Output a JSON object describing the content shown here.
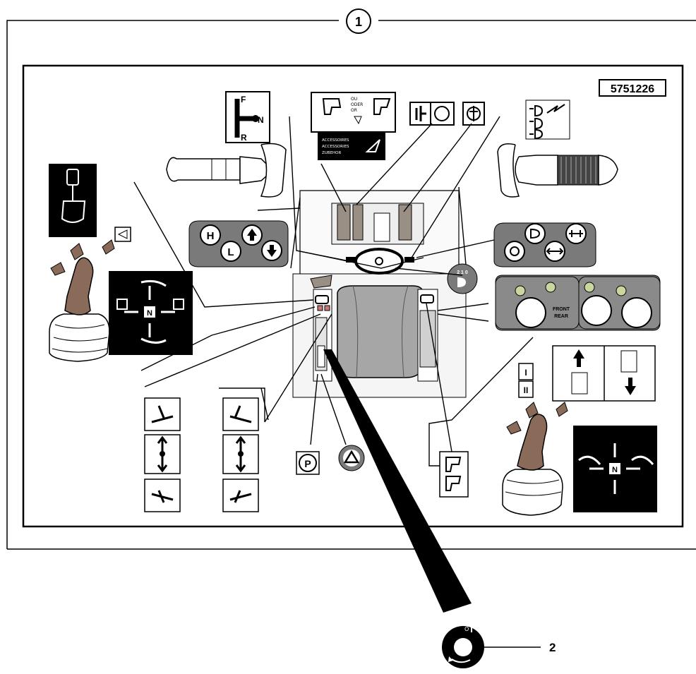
{
  "callouts": {
    "one": "1",
    "two": "2"
  },
  "part_number": "5751226",
  "shuttle_decal": {
    "f": "F",
    "n": "N",
    "r": "R"
  },
  "accessories_decal": {
    "ou": "OU",
    "oder": "ODER",
    "or": "OR",
    "line1": "ACCESSOIRES",
    "line2": "ACCESSORIES",
    "line3": "ZUBEHOR"
  },
  "left_pad_buttons": [
    "H",
    "L"
  ],
  "right_panel": {
    "front": "FRONT",
    "rear": "REAR"
  },
  "gear_decal": [
    "I",
    "II"
  ],
  "park_brake": "P",
  "pattern_center": "N",
  "ignition_numbers": "2 1 0",
  "colors": {
    "stroke": "#000000",
    "panel_grey": "#7a7a7a",
    "seat_grey": "#a6a6a6",
    "console_fill": "#f0f0f0",
    "joystick_brown": "#8a6a58",
    "lamp_green": "#c9d6a0"
  }
}
